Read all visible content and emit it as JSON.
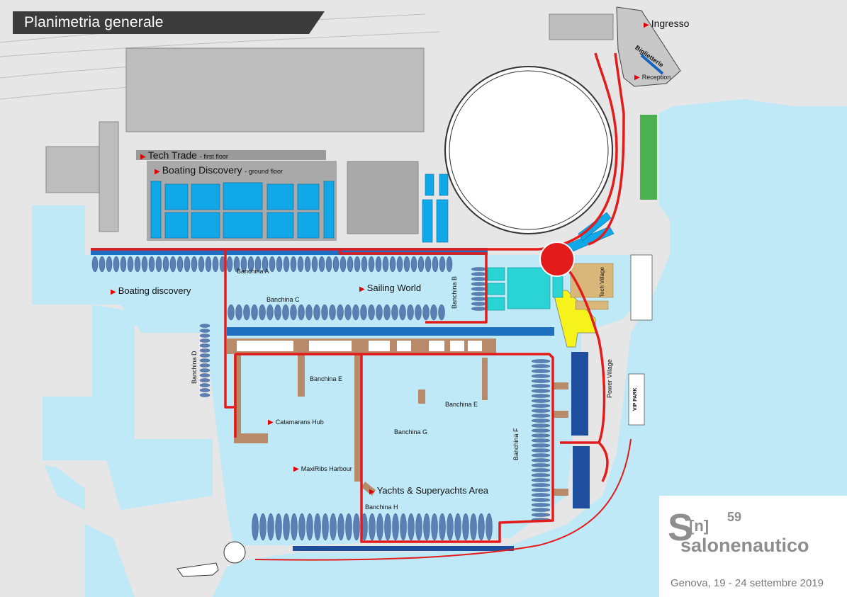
{
  "title": "Planimetria generale",
  "labels": {
    "ingresso": "Ingresso",
    "biglietterie": "Biglietterie",
    "reception": "Reception",
    "tech_trade": "Tech Trade",
    "tech_trade_sub": "- first floor",
    "boating_discovery_hall": "Boating Discovery",
    "boating_discovery_hall_sub": "- ground floor",
    "boating_discovery_area": "Boating discovery",
    "sailing_world": "Sailing World",
    "banchina_a": "Banchina A",
    "banchina_b": "Banchina B",
    "banchina_c": "Banchina C",
    "banchina_d": "Banchina D",
    "banchina_e_left": "Banchina E",
    "banchina_e_right": "Banchina E",
    "banchina_f": "Banchina F",
    "banchina_g": "Banchina G",
    "banchina_h": "Banchina H",
    "catamarans_hub": "Catamarans Hub",
    "maxiribs_harbour": "MaxiRibs Harbour",
    "yachts_area": "Yachts & Superyachts Area",
    "power_village": "Power Village",
    "vip_park": "VIP PARK",
    "village_vert": "Tech Village"
  },
  "logo": {
    "letter": "S",
    "bracket": "[n]",
    "edition": "59",
    "name": "salonenautico",
    "dates": "Genova, 19 - 24 settembre 2019"
  },
  "colors": {
    "sea": "#bfe9f7",
    "land": "#e6e6e6",
    "route": "#e31b1b",
    "stand_blue": "#10a8e8",
    "boat": "#5b7fb3",
    "pier": "#b88a6a",
    "title_bg": "#3b3b3b"
  }
}
